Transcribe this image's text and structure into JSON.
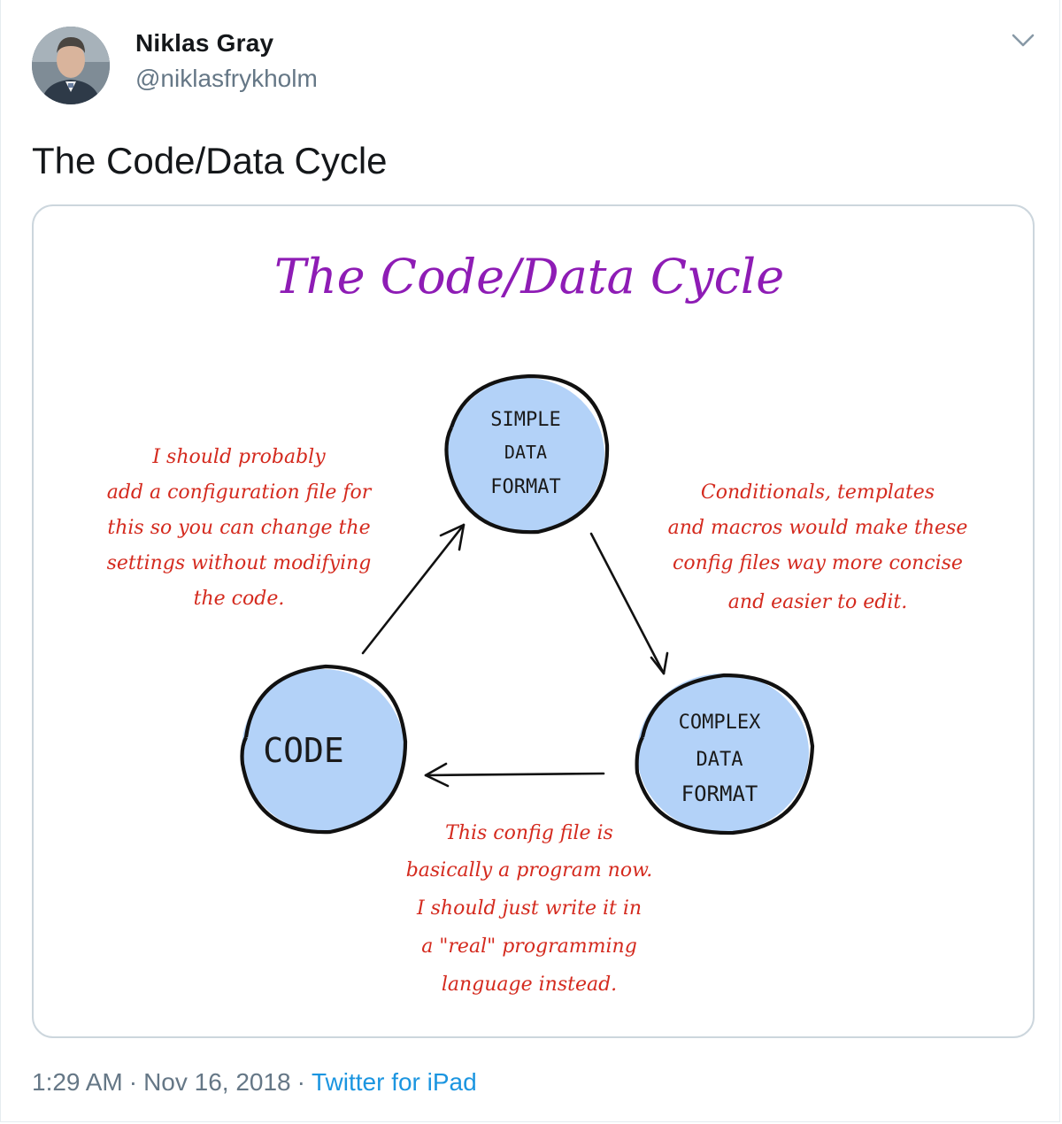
{
  "author": {
    "name": "Niklas Gray",
    "handle": "@niklasfrykholm"
  },
  "icons": {
    "avatar": "profile-photo",
    "menu": "chevron-down-icon"
  },
  "tweet": {
    "text": "The Code/Data Cycle"
  },
  "image": {
    "title": "The Code/Data Cycle",
    "nodes": {
      "simple": [
        "SIMPLE",
        "DATA",
        "FORMAT"
      ],
      "complex": [
        "COMPLEX",
        "DATA",
        "FORMAT"
      ],
      "code": [
        "CODE"
      ]
    },
    "notes": {
      "left": [
        "I should probably",
        "add a configuration file for",
        "this so you can change the",
        "settings without modifying",
        "the code."
      ],
      "right": [
        "Conditionals, templates",
        "and macros would make these",
        "config files way more concise",
        "and easier to edit."
      ],
      "bottom": [
        "This config file is",
        "basically a program now.",
        "I should just write it in",
        "a \"real\" programming",
        "language instead."
      ]
    },
    "colors": {
      "title": "#8e1cb5",
      "node_fill": "#b3d2f8",
      "notes": "#d42a1e"
    }
  },
  "footer": {
    "time": "1:29 AM",
    "separator": "·",
    "date": "Nov 16, 2018",
    "source": "Twitter for iPad"
  }
}
